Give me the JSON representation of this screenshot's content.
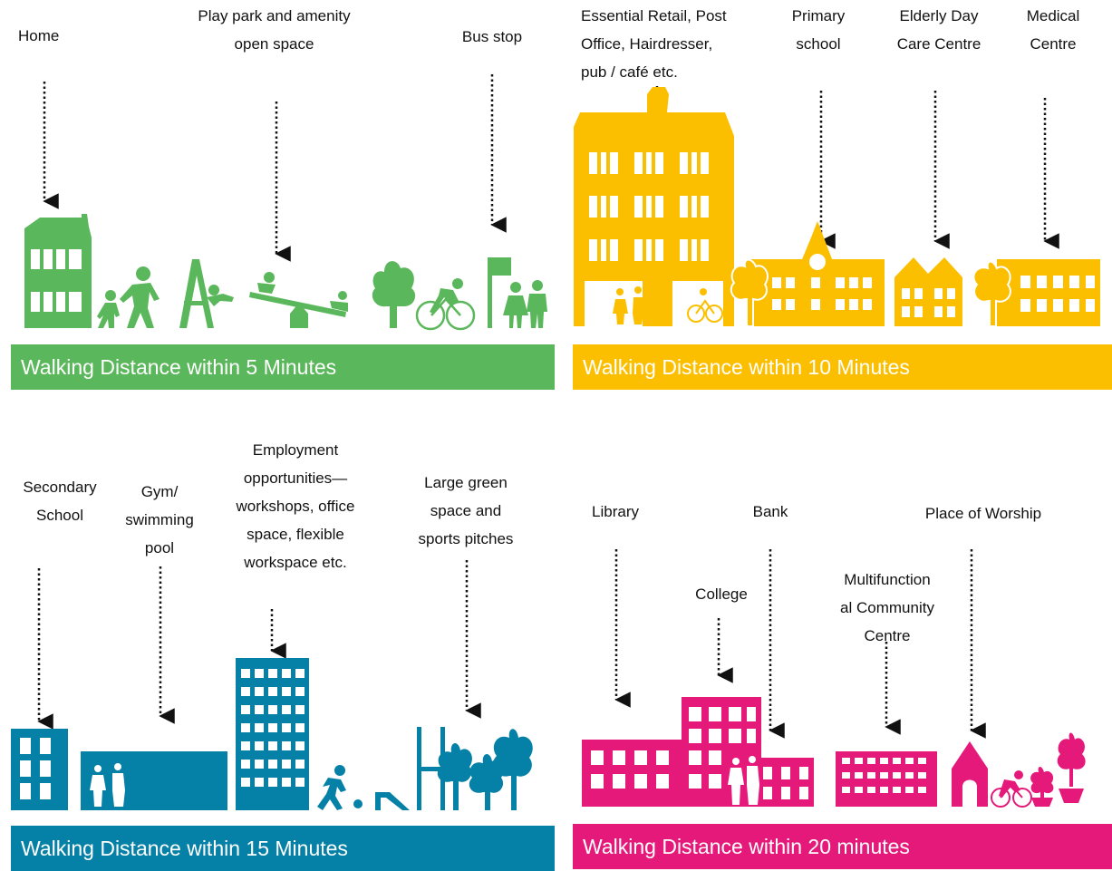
{
  "colors": {
    "five": "#5bb75b",
    "ten": "#fcbf00",
    "fifteen": "#0580a6",
    "twenty": "#e5197a"
  },
  "panels": {
    "five": {
      "band": "Walking Distance within 5 Minutes",
      "labels": {
        "home": "Home",
        "play": "Play park and amenity\nopen space",
        "bus": "Bus stop"
      }
    },
    "ten": {
      "band": "Walking Distance within 10 Minutes",
      "labels": {
        "retail": "Essential Retail, Post\nOffice, Hairdresser,\npub / café etc.",
        "school": "Primary\nschool",
        "elderly": "Elderly Day\nCare Centre",
        "medical": "Medical\nCentre"
      }
    },
    "fifteen": {
      "band": "Walking Distance within 15 Minutes",
      "labels": {
        "secondary": "Secondary\nSchool",
        "gym": "Gym/\nswimming\npool",
        "employment": "Employment\nopportunities—\nworkshops, office\nspace, flexible\nworkspace etc.",
        "green": "Large green\nspace and\nsports pitches"
      }
    },
    "twenty": {
      "band": "Walking Distance within 20 minutes",
      "labels": {
        "library": "Library",
        "bank": "Bank",
        "worship": "Place of Worship",
        "college": "College",
        "community": "Multifunction\nal Community\nCentre"
      }
    }
  }
}
